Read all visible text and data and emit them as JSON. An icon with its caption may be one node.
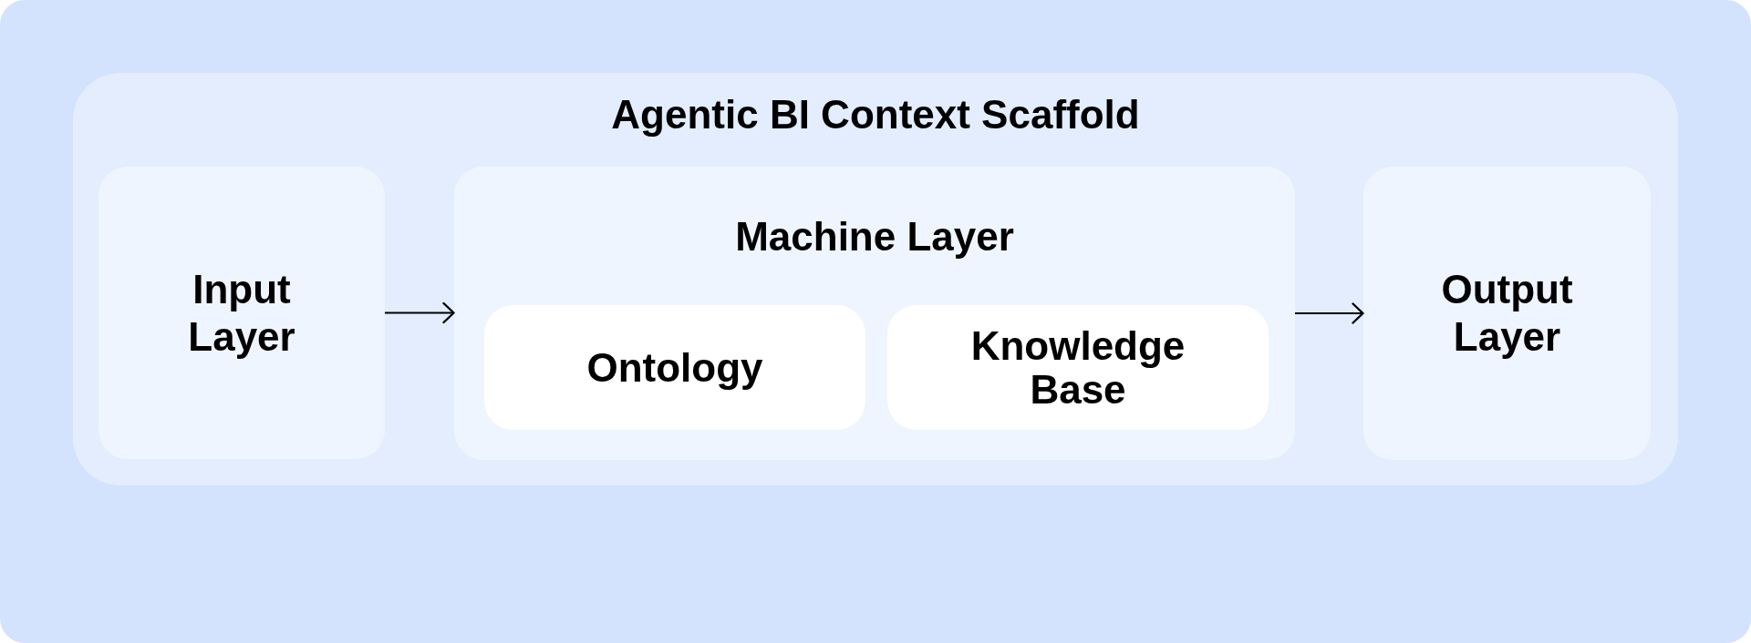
{
  "diagram": {
    "nodes": [
      {
        "text": [
          "Agentic BI Context Scaffold"
        ]
      },
      {
        "text": [
          "Input Layer"
        ],
        "in": 0
      },
      {
        "text": [
          "Machine Layer"
        ],
        "in": 0
      },
      {
        "text": [
          "Ontology"
        ],
        "in": 2
      },
      {
        "text": [
          "Knowledge Base"
        ],
        "in": 2
      },
      {
        "text": [
          "Output Layer"
        ],
        "in": 0
      }
    ],
    "edges": [
      {
        "from": 1,
        "to": 2,
        "arrow": "to"
      },
      {
        "from": 2,
        "to": 5,
        "arrow": "to"
      }
    ]
  }
}
